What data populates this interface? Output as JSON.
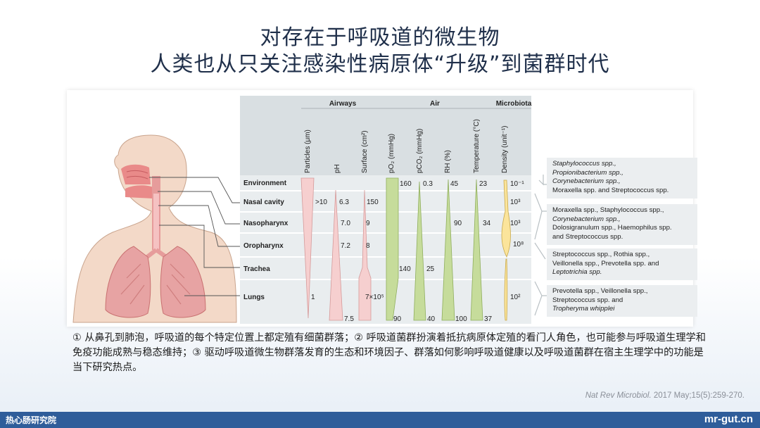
{
  "title_line1": "对存在于呼吸道的微生物",
  "title_line2": "人类也从只关注感染性病原体“升级”到菌群时代",
  "figure": {
    "group_headers": {
      "airways": "Airways",
      "air": "Air",
      "microbiota": "Microbiota"
    },
    "columns": [
      "Particles (μm)",
      "pH",
      "Surface (cm²)",
      "pO₂ (mmHg)",
      "pCO₂ (mmHg)",
      "RH (%)",
      "Temperature (°C)",
      "Density (unit⁻¹)"
    ],
    "rows": [
      "Environment",
      "Nasal cavity",
      "Nasopharynx",
      "Oropharynx",
      "Trachea",
      "Lungs"
    ],
    "values": {
      "particles_nasal": ">10",
      "particles_lungs": "1",
      "ph_nasal": "6.3",
      "ph_nasopharynx": "7.0",
      "ph_oropharynx": "7.2",
      "ph_lungs": "7.5",
      "surface_nasal": "150",
      "surface_nasopharynx": "9",
      "surface_oropharynx": "8",
      "surface_lungs": "7×10⁵",
      "po2_env": "160",
      "po2_trachea": "140",
      "po2_lungs": "90",
      "pco2_env": "0.3",
      "pco2_trachea": "25",
      "pco2_lungs": "40",
      "rh_env": "45",
      "rh_nasopharynx": "90",
      "rh_lungs": "100",
      "temp_env": "23",
      "temp_nasopharynx": "34",
      "temp_lungs": "37",
      "density_env": "10⁻¹",
      "density_nasal": "10³",
      "density_nasopharynx": "10³",
      "density_oropharynx": "10⁸",
      "density_lungs": "10²"
    },
    "colors": {
      "header_band": "#d9dfe2",
      "row_band": "#e9edef",
      "pink": "#f6cfcf",
      "green": "#c6dc9b",
      "yellow": "#fbe49b",
      "box": "#ebeef0"
    },
    "microbiota_boxes": [
      [
        "Staphylococcus spp.,",
        "Propionibacterium spp.,",
        "Corynebacterium spp.,",
        "Moraxella spp. and Streptococcus spp."
      ],
      [
        "Moraxella spp., Staphylococcus spp.,",
        "Corynebacterium spp.,",
        "Dolosigranulum spp., Haemophilus spp.",
        "and Streptococcus spp."
      ],
      [
        "Streptococcus spp., Rothia spp.,",
        "Veillonella spp., Prevotella spp. and",
        "Leptotrichia spp."
      ],
      [
        "Prevotella spp., Veillonella spp.,",
        "Streptococcus spp. and",
        "Tropheryma whipplei"
      ]
    ]
  },
  "caption": "① 从鼻孔到肺泡，呼吸道的每个特定位置上都定殖有细菌群落；② 呼吸道菌群扮演着抵抗病原体定殖的看门人角色，也可能参与呼吸道生理学和免疫功能成熟与稳态维持；③ 驱动呼吸道微生物群落发育的生态和环境因子、群落如何影响呼吸道健康以及呼吸道菌群在宿主生理学中的功能是当下研究热点。",
  "citation_journal": "Nat Rev Microbiol.",
  "citation_rest": " 2017 May;15(5):259-270.",
  "footer_left": "热心肠研究院",
  "footer_right": "mr-gut.cn"
}
